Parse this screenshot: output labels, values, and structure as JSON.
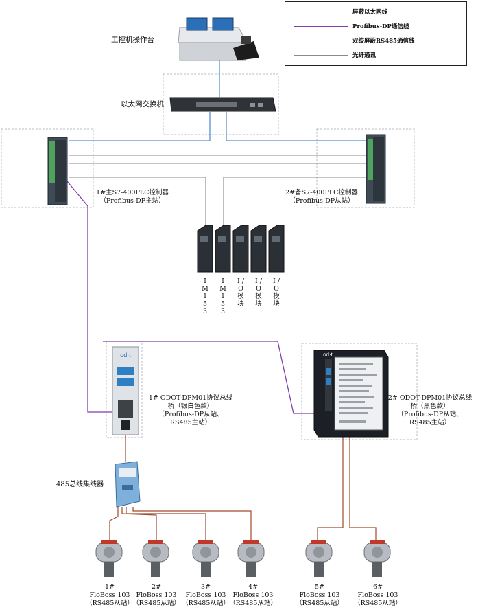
{
  "colors": {
    "ethernet": "#5b8fd4",
    "profibus": "#7e3fae",
    "rs485": "#a04a2a",
    "fiber": "#8a8a8a",
    "plc_body": "#3e4a55",
    "plc_green": "#4fa35e",
    "device_dark": "#1c2026",
    "bridge_light": "#dfe3e8",
    "meter_body": "#b8bcc2",
    "meter_red": "#c0392b"
  },
  "legend": {
    "items": [
      {
        "label": "屏蔽以太网线",
        "color": "#5b8fd4",
        "icon": "line-blue"
      },
      {
        "label": "Profibus-DP通信线",
        "color": "#7e3fae",
        "icon": "line-purple"
      },
      {
        "label": "双绞屏蔽RS485通信线",
        "color": "#a04a2a",
        "icon": "line-brown"
      },
      {
        "label": "光纤通讯",
        "color": "#8a8a8a",
        "icon": "line-gray"
      }
    ]
  },
  "nodes": {
    "console": {
      "label": "工控机操作台",
      "icon": "operator-console-icon"
    },
    "switch": {
      "label": "以太网交换机",
      "icon": "ethernet-switch-icon"
    },
    "plc_main": {
      "label_line1": "1#主S7-400PLC控制器",
      "label_line2": "（Profibus-DP主站）",
      "icon": "plc-icon"
    },
    "plc_backup": {
      "label_line1": "2#备S7-400PLC控制器",
      "label_line2": "（Profibus-DP从站）",
      "icon": "plc-icon"
    },
    "io_modules": [
      {
        "label": "I M 1 5 3",
        "icon": "io-module-icon"
      },
      {
        "label": "I M 1 5 3",
        "icon": "io-module-icon"
      },
      {
        "label": "I / O 模 块",
        "icon": "io-module-icon"
      },
      {
        "label": "I / O 模 块",
        "icon": "io-module-icon"
      },
      {
        "label": "I / O 模 块",
        "icon": "io-module-icon"
      }
    ],
    "bridge1": {
      "label_line1": "1# ODOT-DPM01协议总线",
      "label_line2": "桥（银白色款）",
      "label_line3": "（Profibus-DP从站、",
      "label_line4": "RS485主站）",
      "brand": "od·t",
      "icon": "protocol-bridge-silver-icon"
    },
    "bridge2": {
      "label_line1": "2# ODOT-DPM01协议总线",
      "label_line2": "桥（黑色款）",
      "label_line3": "（Profibus-DP从站、",
      "label_line4": "RS485主站）",
      "brand": "od·t",
      "icon": "protocol-bridge-black-icon"
    },
    "hub": {
      "label": "485总线集线器",
      "icon": "rs485-hub-icon"
    },
    "meters": [
      {
        "label_line1": "1#",
        "label_line2": "FloBoss 103",
        "label_line3": "（RS485从站）",
        "icon": "flow-meter-icon"
      },
      {
        "label_line1": "2#",
        "label_line2": "FloBoss 103",
        "label_line3": "（RS485从站）",
        "icon": "flow-meter-icon"
      },
      {
        "label_line1": "3#",
        "label_line2": "FloBoss 103",
        "label_line3": "（RS485从站）",
        "icon": "flow-meter-icon"
      },
      {
        "label_line1": "4#",
        "label_line2": "FloBoss 103",
        "label_line3": "（RS485从站）",
        "icon": "flow-meter-icon"
      },
      {
        "label_line1": "5#",
        "label_line2": "FloBoss 103",
        "label_line3": "（RS485从站）",
        "icon": "flow-meter-icon"
      },
      {
        "label_line1": "6#",
        "label_line2": "FloBoss 103",
        "label_line3": "（RS485从站）",
        "icon": "flow-meter-icon"
      }
    ]
  }
}
